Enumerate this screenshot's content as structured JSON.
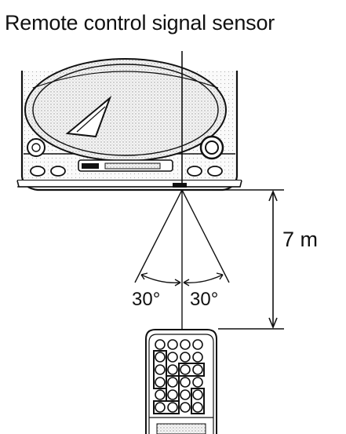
{
  "diagram": {
    "sensor_label": "Remote control signal sensor",
    "distance_label": "7 m",
    "angle_left": "30°",
    "angle_right": "30°"
  },
  "icons": {
    "player": "disc-player-icon",
    "remote": "remote-control-icon"
  }
}
